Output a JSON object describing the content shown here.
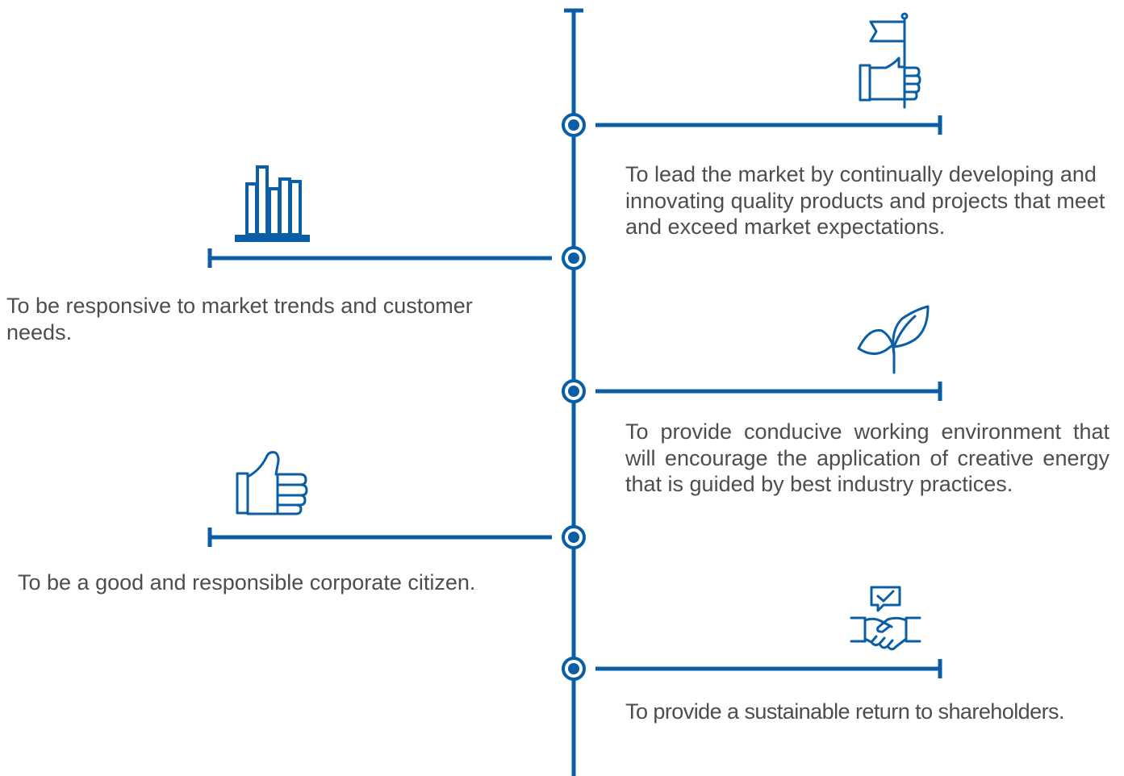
{
  "accent_color": "#0a5ea6",
  "milestones": [
    {
      "side": "right",
      "icon": "flag-in-hand-icon",
      "text": "To lead the market by continually developing and innovating quality products and projects that meet and exceed market expectations."
    },
    {
      "side": "left",
      "icon": "bar-chart-icon",
      "text": "To be responsive to market trends and customer needs."
    },
    {
      "side": "right",
      "icon": "sprout-leaf-icon",
      "text": "To provide conducive working environment that will encourage the application of creative energy that is guided by best industry practices."
    },
    {
      "side": "left",
      "icon": "thumbs-up-icon",
      "text": "To be a good and responsible corporate citizen."
    },
    {
      "side": "right",
      "icon": "handshake-icon",
      "text": "To provide a sustainable return to shareholders."
    }
  ]
}
